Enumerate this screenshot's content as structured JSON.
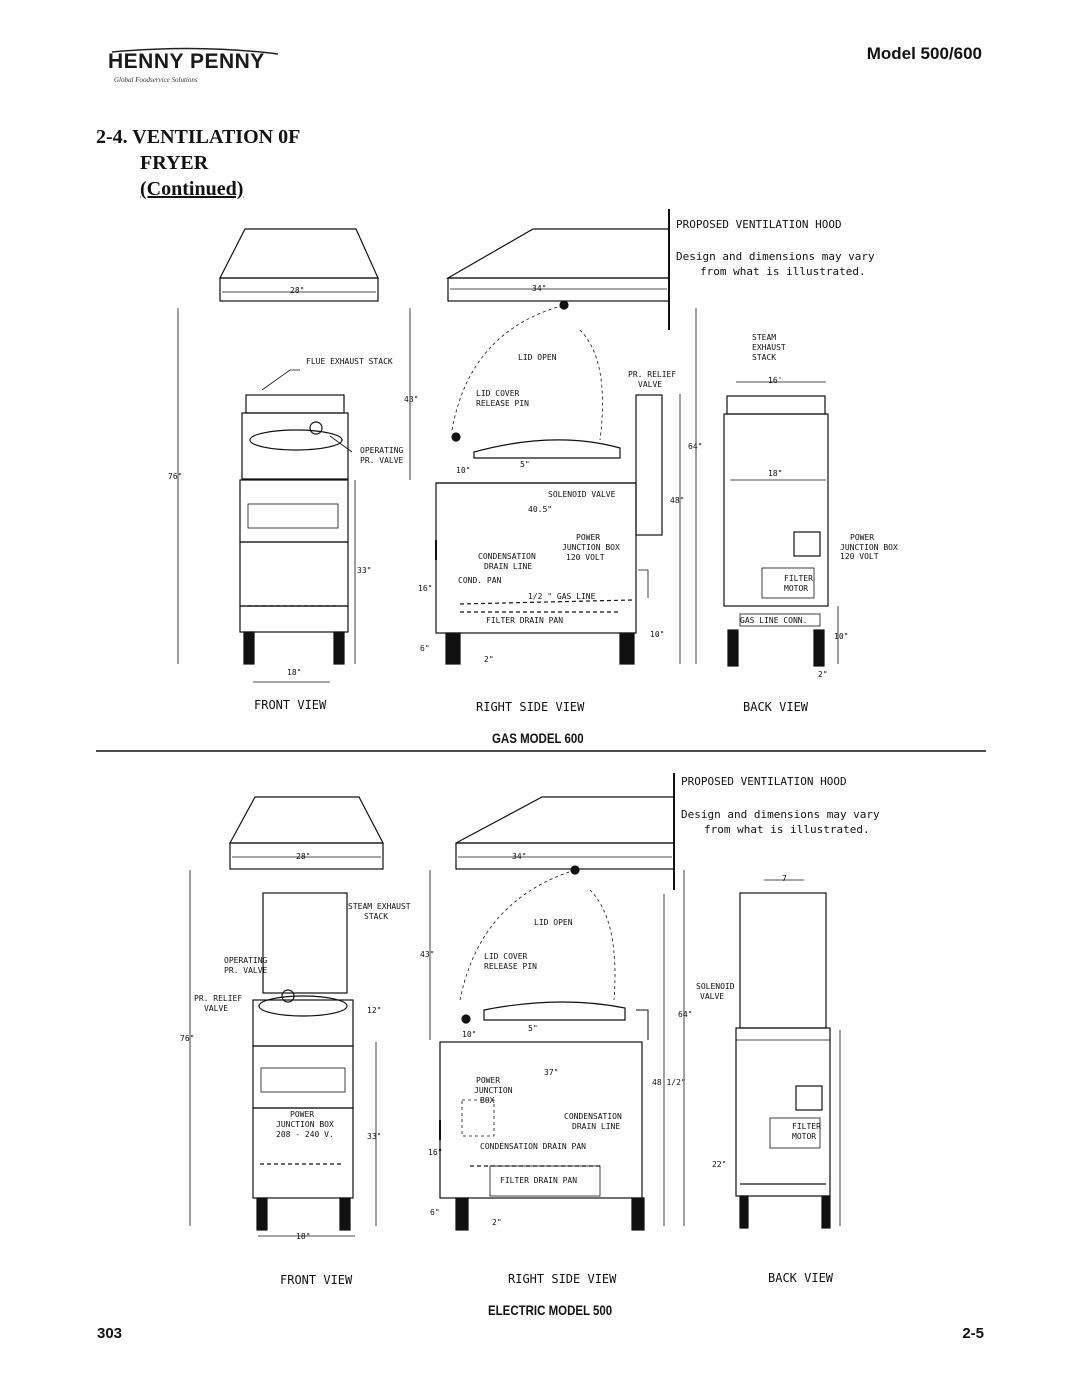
{
  "header": {
    "logo_text": "HENNY PENNY",
    "logo_tagline": "Global Foodservice Solutions",
    "model": "Model 500/600"
  },
  "section": {
    "title_line1": "2-4.  VENTILATION 0F",
    "title_line2": "FRYER",
    "title_line3": "(Continued)"
  },
  "gas_figure": {
    "hood_title": "PROPOSED VENTILATION HOOD",
    "hood_note_1": "Design and dimensions may vary",
    "hood_note_2": "from what is illustrated.",
    "front": {
      "width_hood": "28\"",
      "flue": "FLUE EXHAUST STACK",
      "operating_1": "OPERATING",
      "operating_2": "PR. VALVE",
      "h_total": "76\"",
      "h_43": "43\"",
      "h_33": "33\"",
      "w_18": "18\""
    },
    "side": {
      "width_hood": "34\"",
      "lid_open": "LID OPEN",
      "lid_cover_1": "LID COVER",
      "lid_cover_2": "RELEASE PIN",
      "relief_1": "PR. RELIEF",
      "relief_2": "VALVE",
      "d_10": "10\"",
      "d_5": "5\"",
      "solenoid": "SOLENOID VALVE",
      "d_405": "40.5\"",
      "power_1": "POWER",
      "power_2": "JUNCTION BOX",
      "power_3": "120 VOLT",
      "condensation_1": "CONDENSATION",
      "condensation_2": "DRAIN LINE",
      "cond_pan": "COND. PAN",
      "gas_line": "1/2 \" GAS LINE",
      "filter_pan": "FILTER DRAIN PAN",
      "h_16": "16\"",
      "h_6": "6\"",
      "d_2": "2\"",
      "d_10b": "10\"",
      "h_64": "64\"",
      "h_48": "48\""
    },
    "back": {
      "steam_1": "STEAM",
      "steam_2": "EXHAUST",
      "steam_3": "STACK",
      "d_16": "16'",
      "d_18": "18\"",
      "power_1": "POWER",
      "power_2": "JUNCTION BOX",
      "power_3": "120 VOLT",
      "filter_1": "FILTER",
      "filter_2": "MOTOR",
      "gas_conn": "GAS LINE CONN.",
      "d_10": "10\"",
      "d_2": "2\""
    },
    "views": {
      "front": "FRONT VIEW",
      "side": "RIGHT SIDE VIEW",
      "back": "BACK VIEW"
    },
    "caption": "GAS MODEL 600"
  },
  "electric_figure": {
    "hood_title": "PROPOSED VENTILATION HOOD",
    "hood_note_1": "Design and dimensions may vary",
    "hood_note_2": "from what is illustrated.",
    "front": {
      "width_hood": "28\"",
      "steam_1": "STEAM EXHAUST",
      "steam_2": "STACK",
      "operating_1": "OPERATING",
      "operating_2": "PR. VALVE",
      "relief_1": "PR. RELIEF",
      "relief_2": "VALVE",
      "h_76": "76\"",
      "h_43": "43\"",
      "h_12": "12\"",
      "h_33": "33\"",
      "power_1": "POWER",
      "power_2": "JUNCTION BOX",
      "power_3": "208 - 240 V.",
      "w_18": "18\""
    },
    "side": {
      "width_hood": "34\"",
      "lid_open": "LID OPEN",
      "lid_cover_1": "LID COVER",
      "lid_cover_2": "RELEASE PIN",
      "d_10": "10\"",
      "d_5": "5\"",
      "solenoid_1": "SOLENOID",
      "solenoid_2": "VALVE",
      "h_64": "64\"",
      "d_37": "37\"",
      "power_1": "POWER",
      "power_2": "JUNCTION",
      "power_3": "BOX",
      "h_485": "48 1/2\"",
      "condensation_1": "CONDENSATION",
      "condensation_2": "DRAIN LINE",
      "cond_pan": "CONDENSATION DRAIN PAN",
      "filter_pan": "FILTER DRAIN PAN",
      "h_16": "16\"",
      "h_6": "6\"",
      "d_2": "2\""
    },
    "back": {
      "d_7": "7",
      "filter_1": "FILTER",
      "filter_2": "MOTOR",
      "h_22": "22\""
    },
    "views": {
      "front": "FRONT VIEW",
      "side": "RIGHT SIDE VIEW",
      "back": "BACK VIEW"
    },
    "caption": "ELECTRIC MODEL 500"
  },
  "footer": {
    "left": "303",
    "right": "2-5"
  }
}
